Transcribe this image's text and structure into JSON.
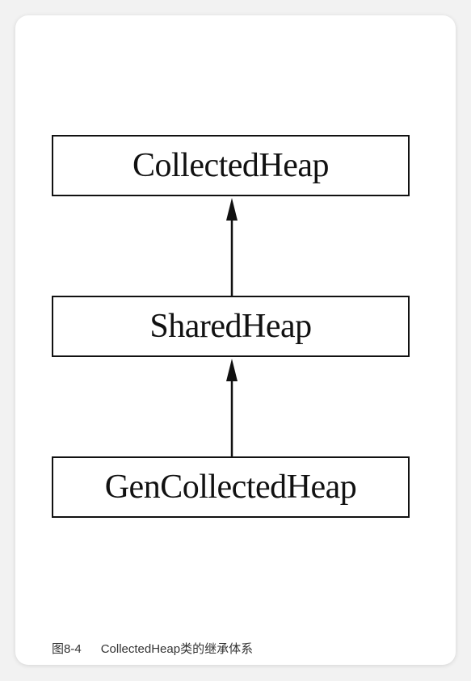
{
  "diagram": {
    "nodes": [
      {
        "id": "collected-heap",
        "label": "CollectedHeap"
      },
      {
        "id": "shared-heap",
        "label": "SharedHeap"
      },
      {
        "id": "gen-collected-heap",
        "label": "GenCollectedHeap"
      }
    ],
    "edges": [
      {
        "from": "shared-heap",
        "to": "collected-heap",
        "type": "inheritance-arrow"
      },
      {
        "from": "gen-collected-heap",
        "to": "shared-heap",
        "type": "inheritance-arrow"
      }
    ]
  },
  "caption": {
    "number": "图8-4",
    "text": "CollectedHeap类的继承体系"
  },
  "colors": {
    "line": "#111111",
    "background": "#ffffff"
  }
}
